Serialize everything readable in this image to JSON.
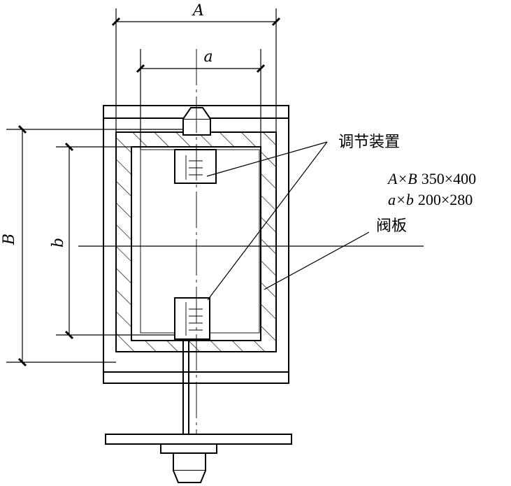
{
  "dimensions": {
    "outer_width": "A",
    "inner_width": "a",
    "outer_height": "B",
    "inner_height": "b"
  },
  "labels": {
    "adjusting_device": "调节装置",
    "valve_plate": "阀板"
  },
  "spec": {
    "outer_var": "A×B",
    "outer_value": "350×400",
    "inner_var": "a×b",
    "inner_value": "200×280"
  }
}
